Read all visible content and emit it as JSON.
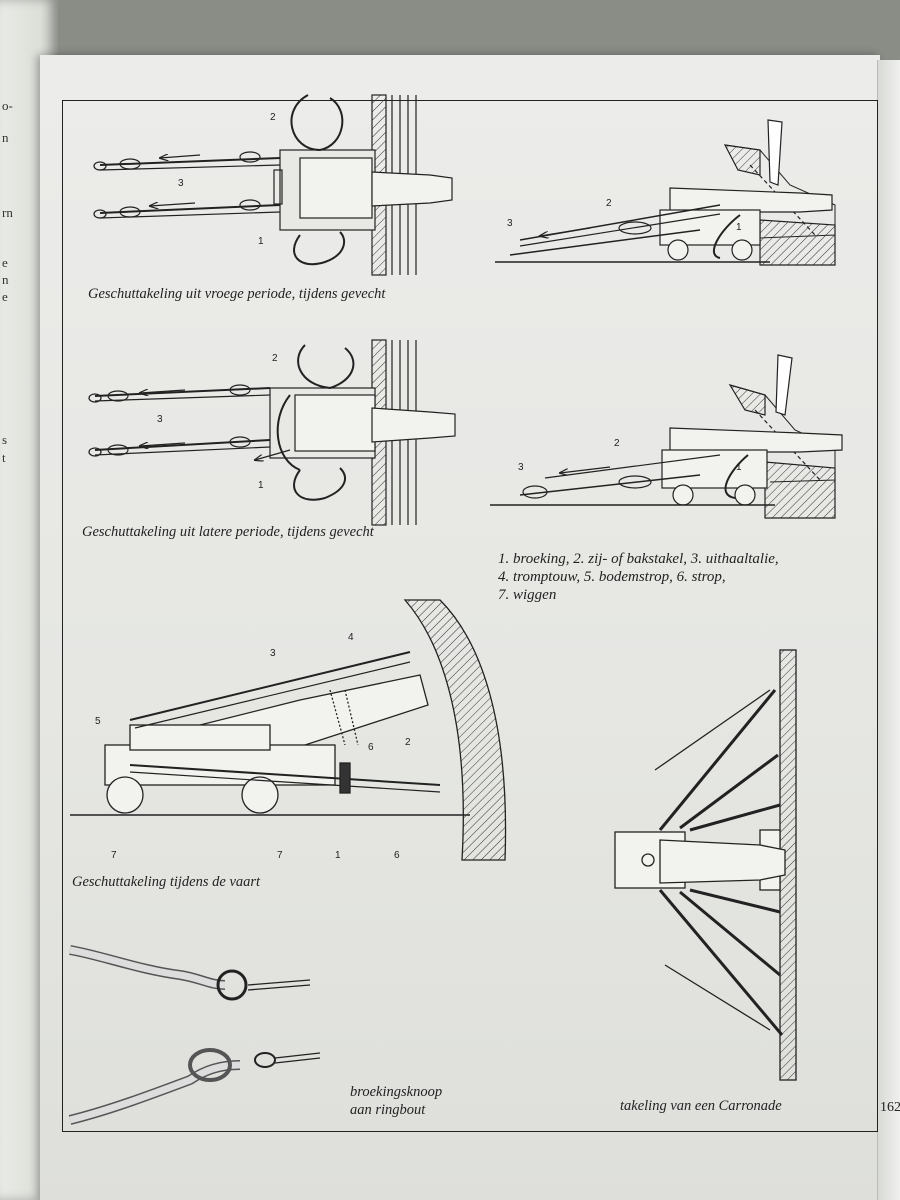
{
  "left_page_fragments": [
    "o-",
    "n",
    "rn",
    "e",
    "n",
    "e",
    "s",
    "t"
  ],
  "figures": {
    "fig1": {
      "caption": "Geschuttakeling uit vroege periode, tijdens gevecht",
      "labels": [
        "2",
        "3",
        "1"
      ]
    },
    "fig2": {
      "labels": [
        "2",
        "3",
        "1"
      ]
    },
    "fig3": {
      "caption": "Geschuttakeling uit latere periode, tijdens gevecht",
      "labels": [
        "2",
        "3",
        "1"
      ]
    },
    "fig4": {
      "labels": [
        "2",
        "3",
        "1"
      ]
    },
    "fig5": {
      "caption": "Geschuttakeling tijdens de vaart",
      "labels": [
        "4",
        "3",
        "5",
        "6",
        "2",
        "7",
        "7",
        "1",
        "6"
      ]
    },
    "fig6": {
      "caption_line1": "broekingsknoop",
      "caption_line2": "aan ringbout"
    },
    "fig7": {
      "caption": "takeling van een Carronade"
    }
  },
  "legend": [
    "1. broeking, 2. zij- of bakstakel, 3. uithaaltalie,",
    "4. tromptouw, 5. bodemstrop, 6. strop,",
    "7. wiggen"
  ],
  "page_number": "162"
}
